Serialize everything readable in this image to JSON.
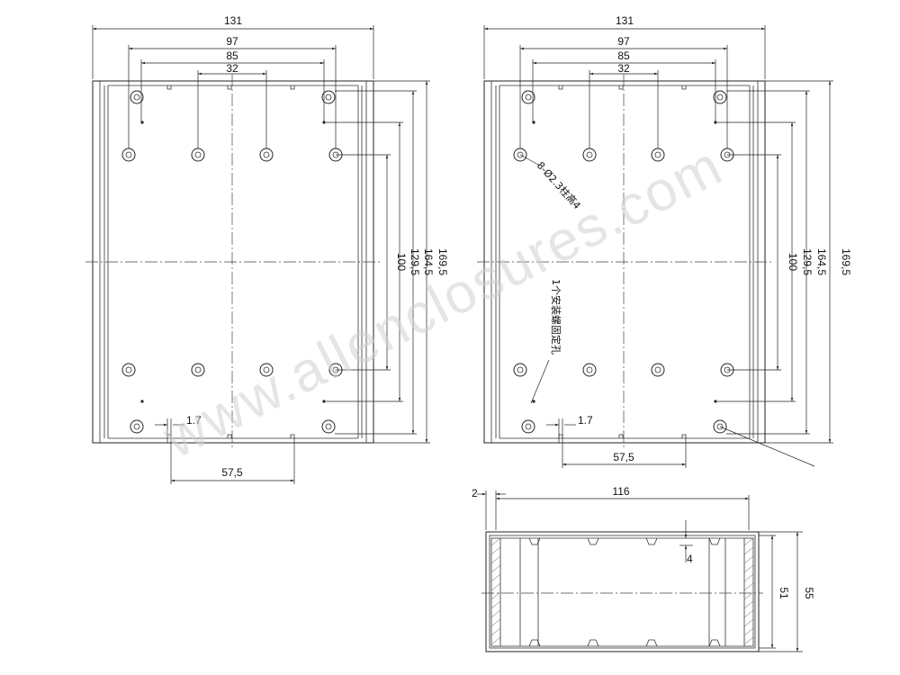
{
  "watermark": "www.allenclosures.com",
  "left_view": {
    "dims": {
      "width_total": "131",
      "hole_span": "97",
      "mid_span": "85",
      "inner_span": "32",
      "height_total": "169,5",
      "height_2": "164,5",
      "height_3": "129,5",
      "height_4": "100",
      "small_gap": "1.7",
      "bottom_span": "57,5"
    }
  },
  "right_view": {
    "dims": {
      "width_total": "131",
      "hole_span": "97",
      "mid_span": "85",
      "inner_span": "32",
      "height_total": "169,5",
      "height_2": "164,5",
      "height_3": "129,5",
      "height_4": "100",
      "small_gap": "1.7",
      "bottom_span": "57,5"
    },
    "notes": {
      "holes": "8-Ø2.3柱高4",
      "fix": "1个安装螺固定孔"
    }
  },
  "section_view": {
    "dims": {
      "wall": "2",
      "inner_width": "116",
      "rib": "4",
      "inner_height": "51",
      "outer_height": "55"
    }
  }
}
